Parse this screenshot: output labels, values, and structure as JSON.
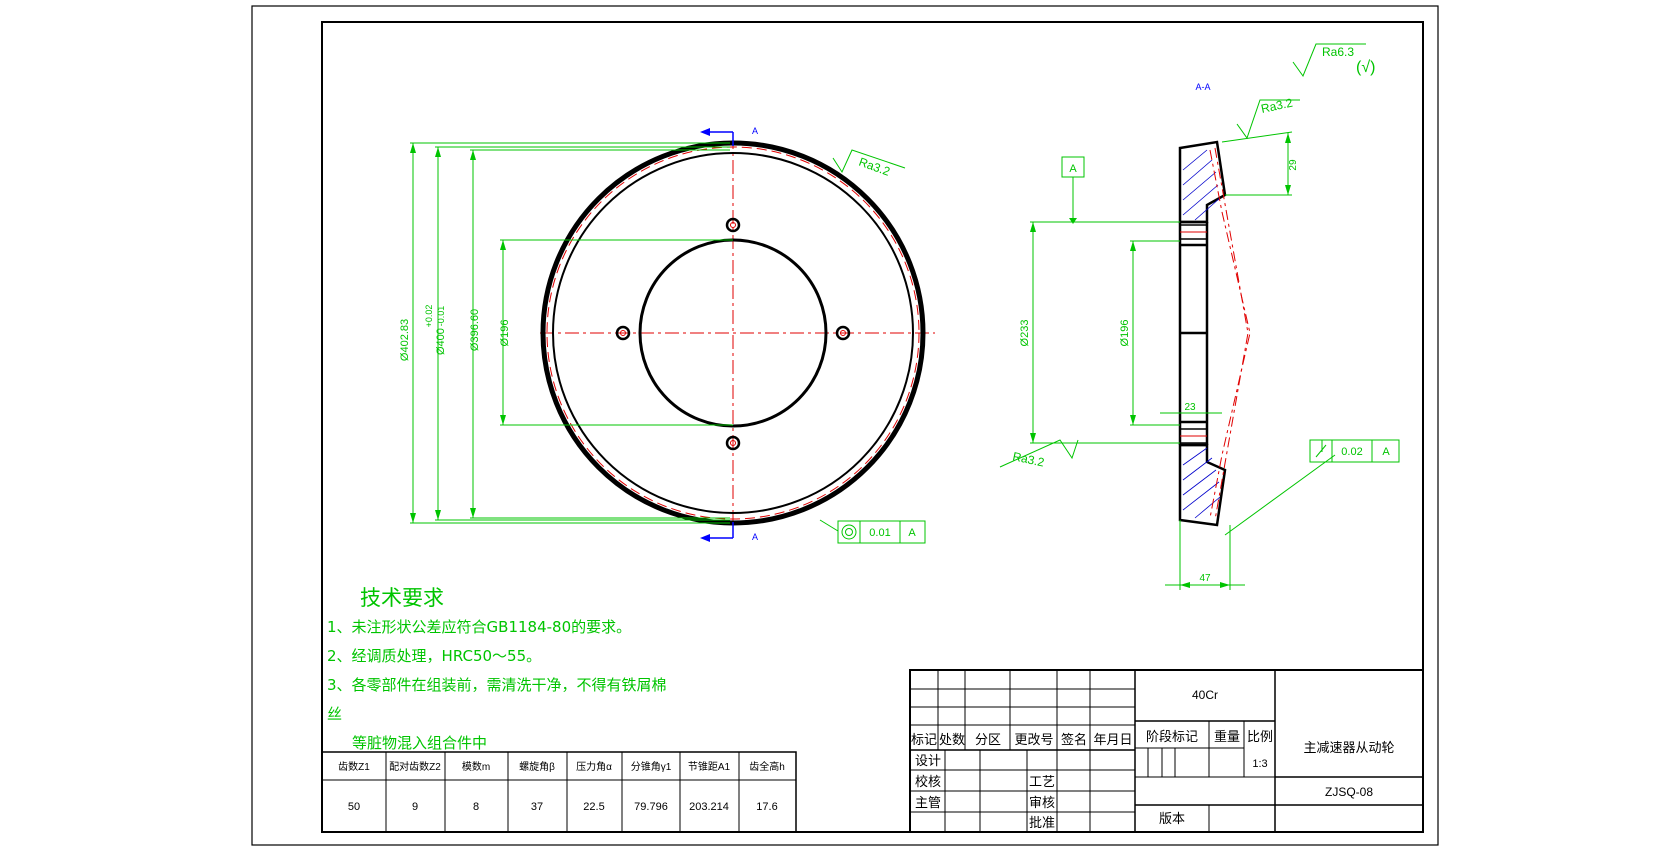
{
  "colors": {
    "outline": "#000000",
    "dimension": "#00c400",
    "centerline": "#e00000",
    "datum_arrow": "#0000ff",
    "hatch": "#0000cc"
  },
  "front_view": {
    "section_mark": "A",
    "roughness": "Ra3.2",
    "dims": {
      "d1": "Ø402.83",
      "d2": "Ø400",
      "d2_tol_upper": "+0.02",
      "d2_tol_lower": "-0.01",
      "d3": "Ø396.60",
      "d4": "Ø196"
    },
    "tolerance_frame": {
      "value": "0.01",
      "datum": "A"
    }
  },
  "section_view": {
    "title": "A-A",
    "datum_label": "A",
    "surface_overall": "Ra6.3",
    "surface_overall_suffix": "(√)",
    "roughness_top": "Ra3.2",
    "roughness_bottom": "Ra3.2",
    "dims": {
      "d_bore": "Ø233",
      "d_inner": "Ø196",
      "height": "29",
      "step": "23",
      "width": "47"
    },
    "runout_frame": {
      "value": "0.02",
      "datum": "A"
    }
  },
  "tech_requirements": {
    "title": "技术要求",
    "items": [
      "1、未注形状公差应符合GB1184-80的要求。",
      "2、经调质处理，HRC50～55。",
      "3、各零部件在组装前，需清洗干净，不得有铁屑棉",
      "丝",
      "等脏物混入组合件中"
    ]
  },
  "gear_table": {
    "headers": [
      "齿数Z1",
      "配对齿数Z2",
      "模数m",
      "螺旋角β",
      "压力角α",
      "分锥角γ1",
      "节锥距A1",
      "齿全高h"
    ],
    "values": [
      "50",
      "9",
      "8",
      "37",
      "22.5",
      "79.796",
      "203.214",
      "17.6"
    ]
  },
  "title_block": {
    "material": "40Cr",
    "part_name": "主减速器从动轮",
    "drawing_no": "ZJSQ-08",
    "scale": "1:3",
    "revision_headers": [
      "标记",
      "处数",
      "分区",
      "更改号",
      "签名",
      "年月日"
    ],
    "stage_label": "阶段标记",
    "weight_label": "重量",
    "scale_label": "比例",
    "roles_left": [
      "设计",
      "校核",
      "主管"
    ],
    "roles_mid": [
      "工艺",
      "审核",
      "批准"
    ],
    "version_label": "版本"
  }
}
